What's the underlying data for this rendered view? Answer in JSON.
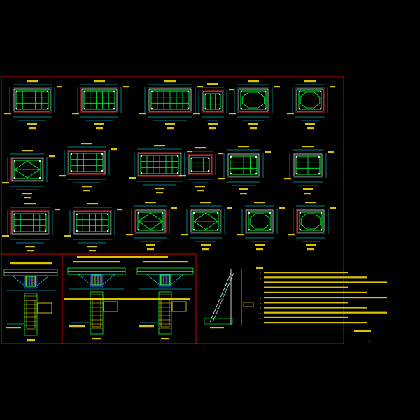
{
  "drawing": {
    "colors": {
      "background": "#000000",
      "frame": "#ff0000",
      "rebar": "#00ff33",
      "dimension": "#00ffff",
      "section_outline": "#ff3030",
      "text": "#ffe600",
      "hatch": "#3060ff",
      "white_line": "#ffffff"
    },
    "sections": [
      {
        "id": "s01",
        "style": "grid"
      },
      {
        "id": "s02",
        "style": "grid"
      },
      {
        "id": "s03",
        "style": "grid"
      },
      {
        "id": "s04",
        "style": "cross"
      },
      {
        "id": "s05",
        "style": "octagon"
      },
      {
        "id": "s06",
        "style": "octagon"
      },
      {
        "id": "s07",
        "style": "diamond"
      },
      {
        "id": "s08",
        "style": "grid"
      },
      {
        "id": "s09",
        "style": "grid"
      },
      {
        "id": "s10",
        "style": "cross"
      },
      {
        "id": "s11",
        "style": "grid"
      },
      {
        "id": "s12",
        "style": "grid"
      },
      {
        "id": "s13",
        "style": "grid"
      },
      {
        "id": "s14",
        "style": "grid"
      },
      {
        "id": "s15",
        "style": "diamond"
      },
      {
        "id": "s16",
        "style": "diamond"
      },
      {
        "id": "s17",
        "style": "octagon"
      },
      {
        "id": "s18",
        "style": "octagon"
      }
    ],
    "detail_panels": [
      {
        "id": "d1"
      },
      {
        "id": "d2"
      }
    ],
    "stair_detail": {
      "id": "stair"
    },
    "notes": {
      "line_count": 11
    }
  }
}
